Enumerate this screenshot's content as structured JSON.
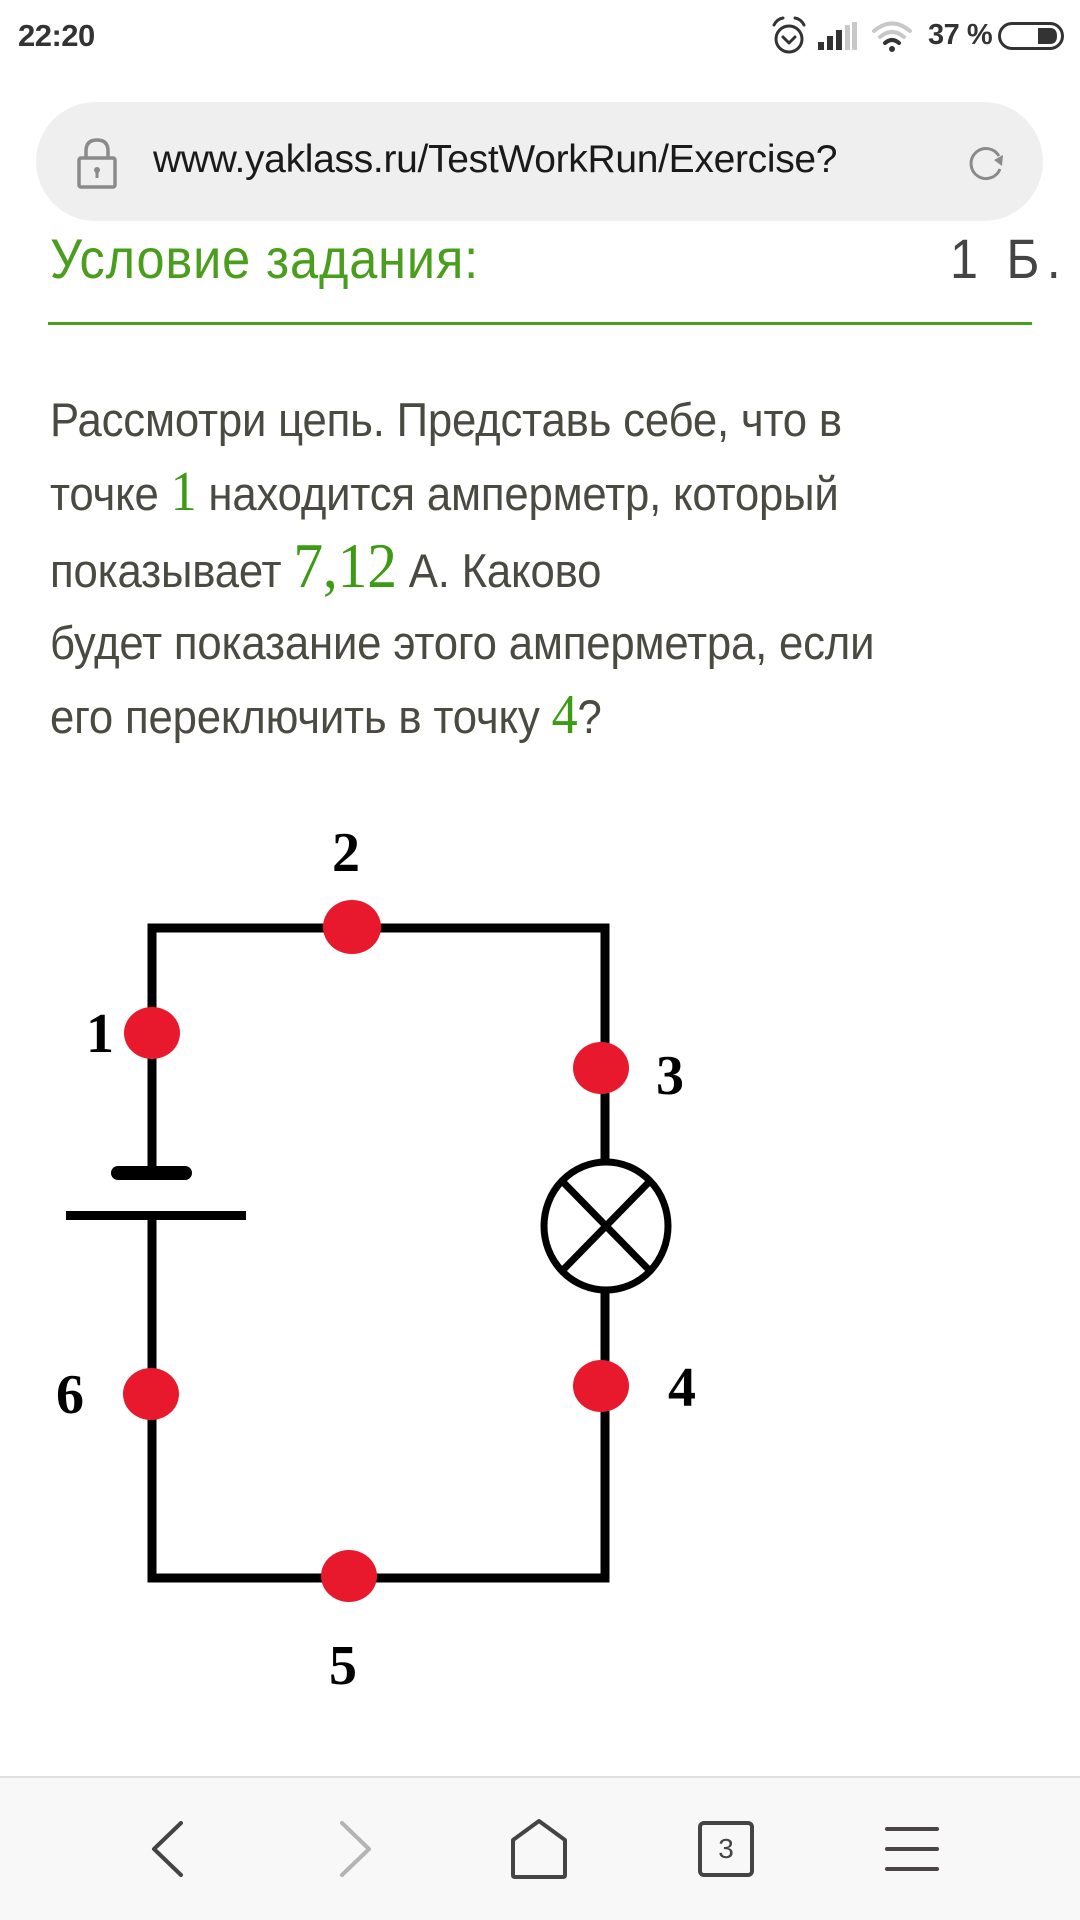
{
  "status_bar": {
    "time": "22:20",
    "battery_percent": "37 %",
    "icons": [
      "alarm-icon",
      "signal-icon",
      "wifi-icon",
      "battery-icon"
    ]
  },
  "browser": {
    "url": "www.yaklass.ru/TestWorkRun/Exercise?",
    "lock_icon": "lock-icon",
    "reload_icon": "reload-icon"
  },
  "content": {
    "heading": "Условие задания:",
    "heading_right": "1 Б.",
    "question": {
      "line1": "Рассмотри цепь. Представь себе, что в",
      "line2_a": "точке ",
      "line2_num": "1",
      "line2_b": " находится амперметр, который",
      "line3_a": "показывает ",
      "line3_num": "7,12",
      "line3_b": " А. Каково",
      "line4": "будет показание этого амперметра, если",
      "line5_a": "его переключить в точку ",
      "line5_num": "4",
      "line5_b": "?"
    },
    "accent_color": "#3c9a14",
    "circuit": {
      "points": [
        {
          "label": "1",
          "position": "left wire, above battery"
        },
        {
          "label": "2",
          "position": "top wire, middle"
        },
        {
          "label": "3",
          "position": "right wire, above lamp"
        },
        {
          "label": "4",
          "position": "right wire, below lamp"
        },
        {
          "label": "5",
          "position": "bottom wire, middle"
        },
        {
          "label": "6",
          "position": "left wire, below battery"
        }
      ],
      "components": [
        "battery",
        "lamp"
      ],
      "point_color": "#e8192c",
      "wire_color": "#000000"
    }
  },
  "bottom_nav": {
    "back": "back-icon",
    "forward": "forward-icon",
    "home": "home-icon",
    "tabs_count": "3",
    "menu": "menu-icon"
  }
}
